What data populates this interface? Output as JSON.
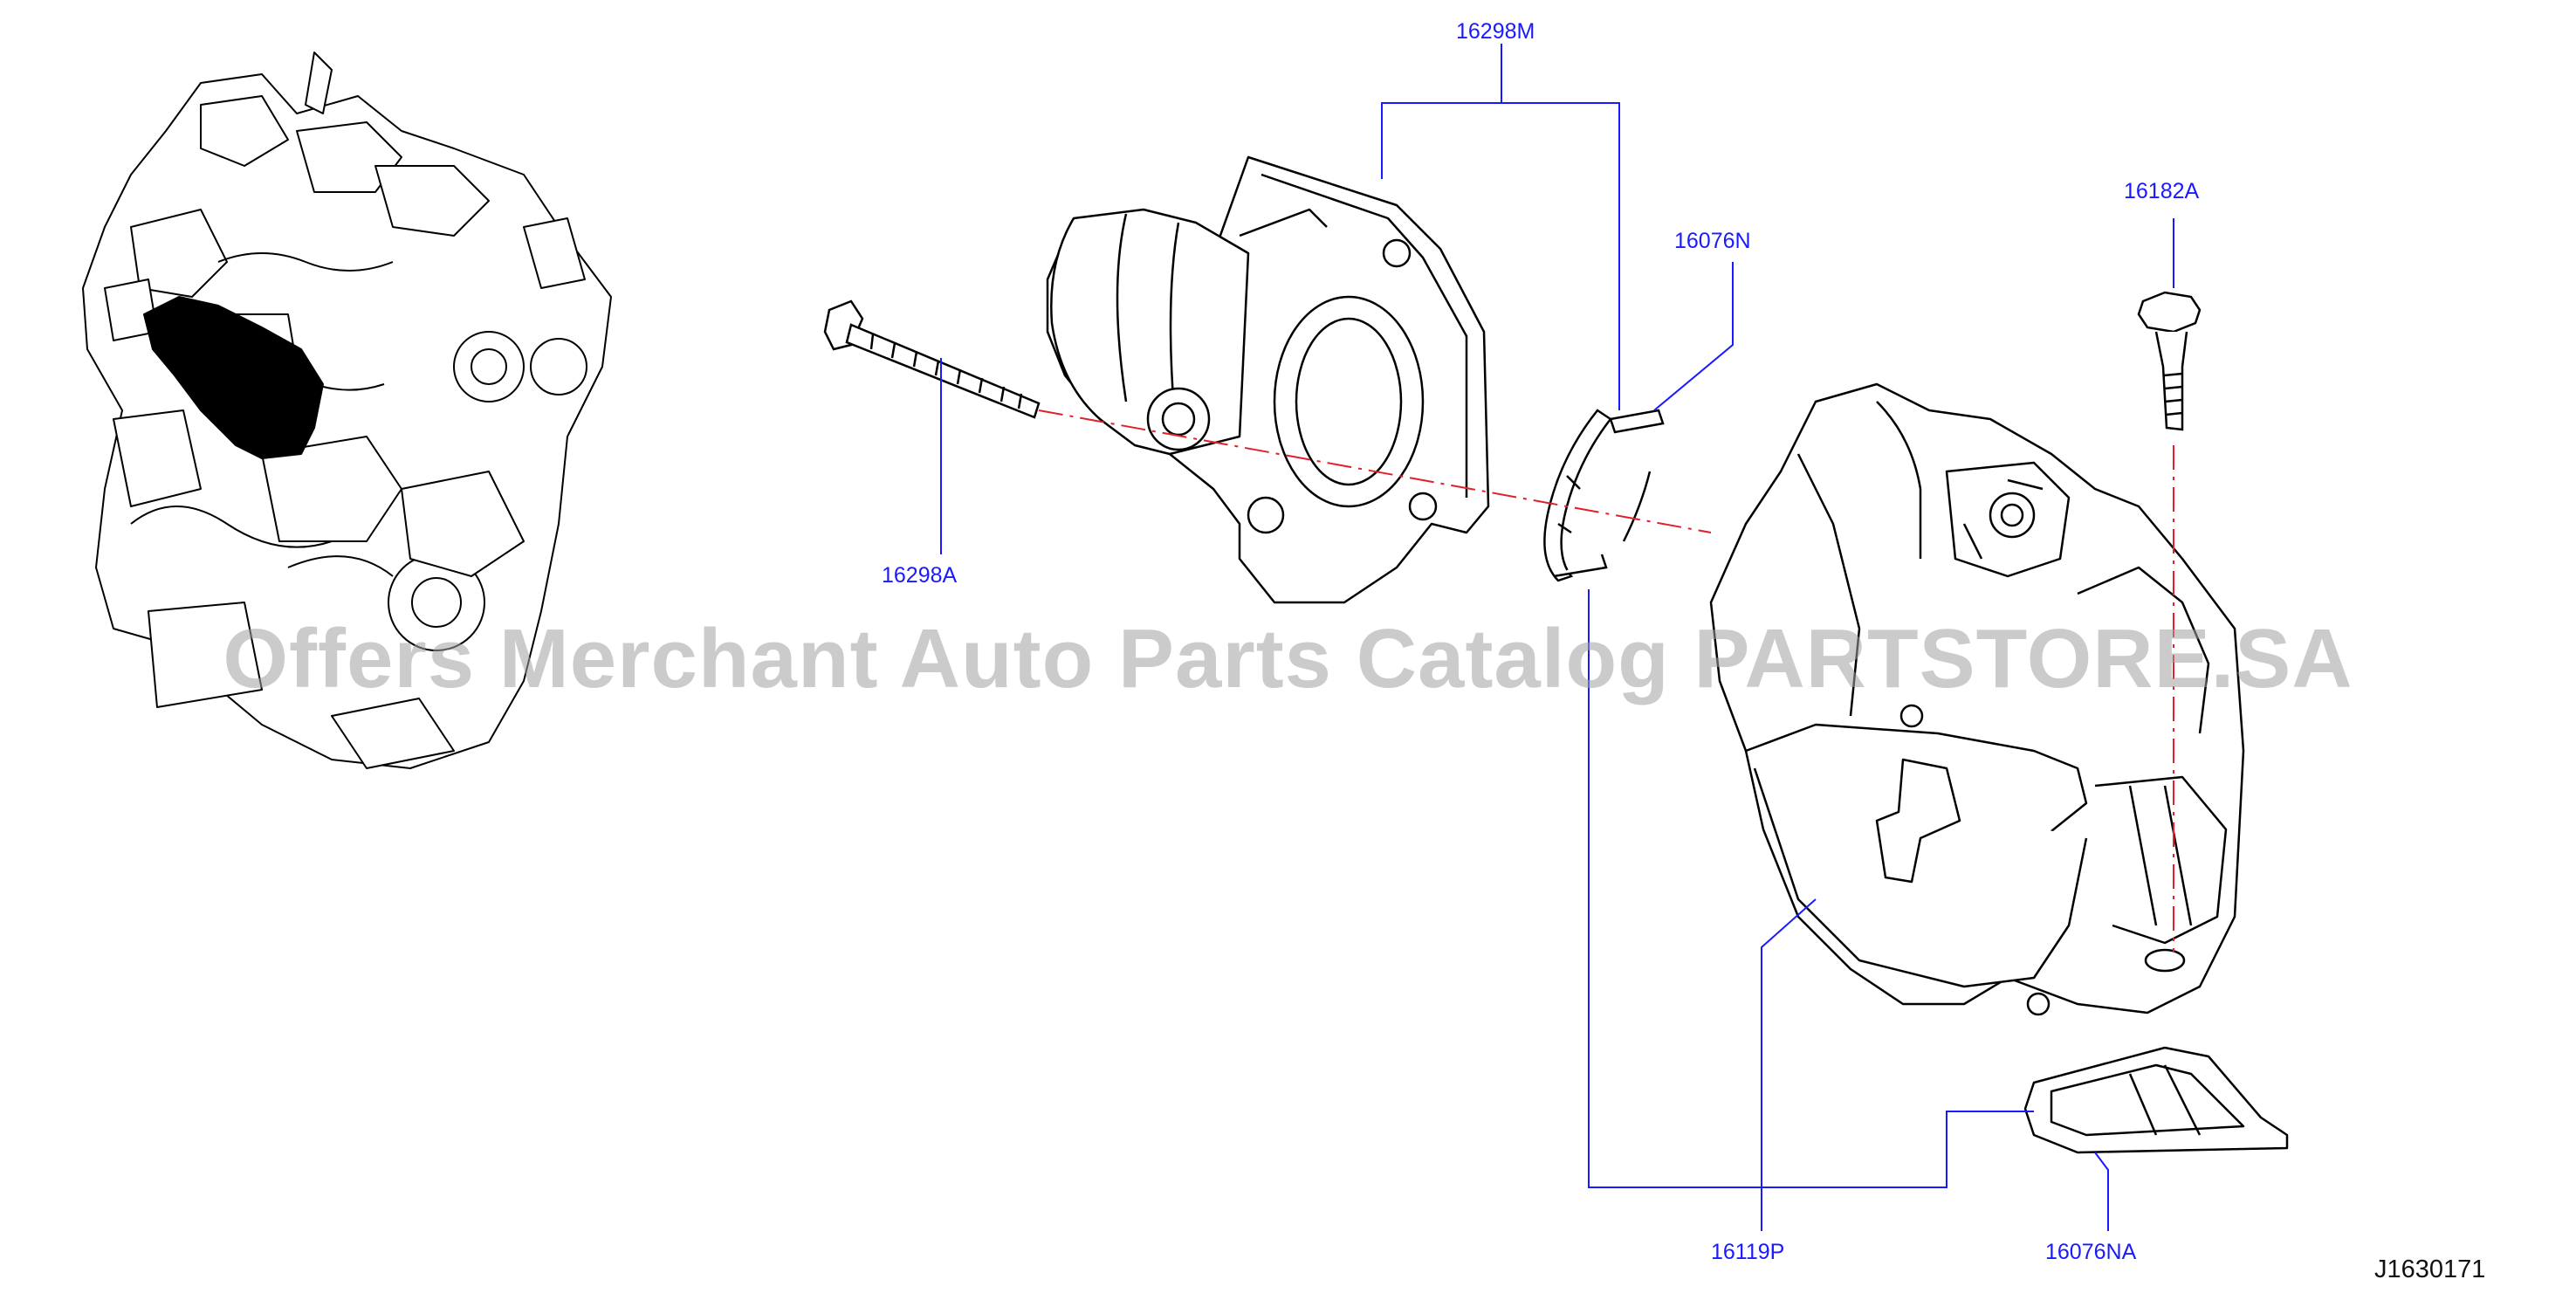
{
  "callouts": {
    "p16298M": "16298M",
    "p16076N": "16076N",
    "p16182A": "16182A",
    "p16298A": "16298A",
    "p16119P": "16119P",
    "p16076NA": "16076NA"
  },
  "diagram_id": "J1630171",
  "watermark": "Offers Merchant Auto Parts Catalog PARTSTORE.SA",
  "colors": {
    "callout_text": "#1a1aff",
    "leader_line": "#1a1aff",
    "center_line": "#e0202a",
    "line_art": "#000000"
  }
}
